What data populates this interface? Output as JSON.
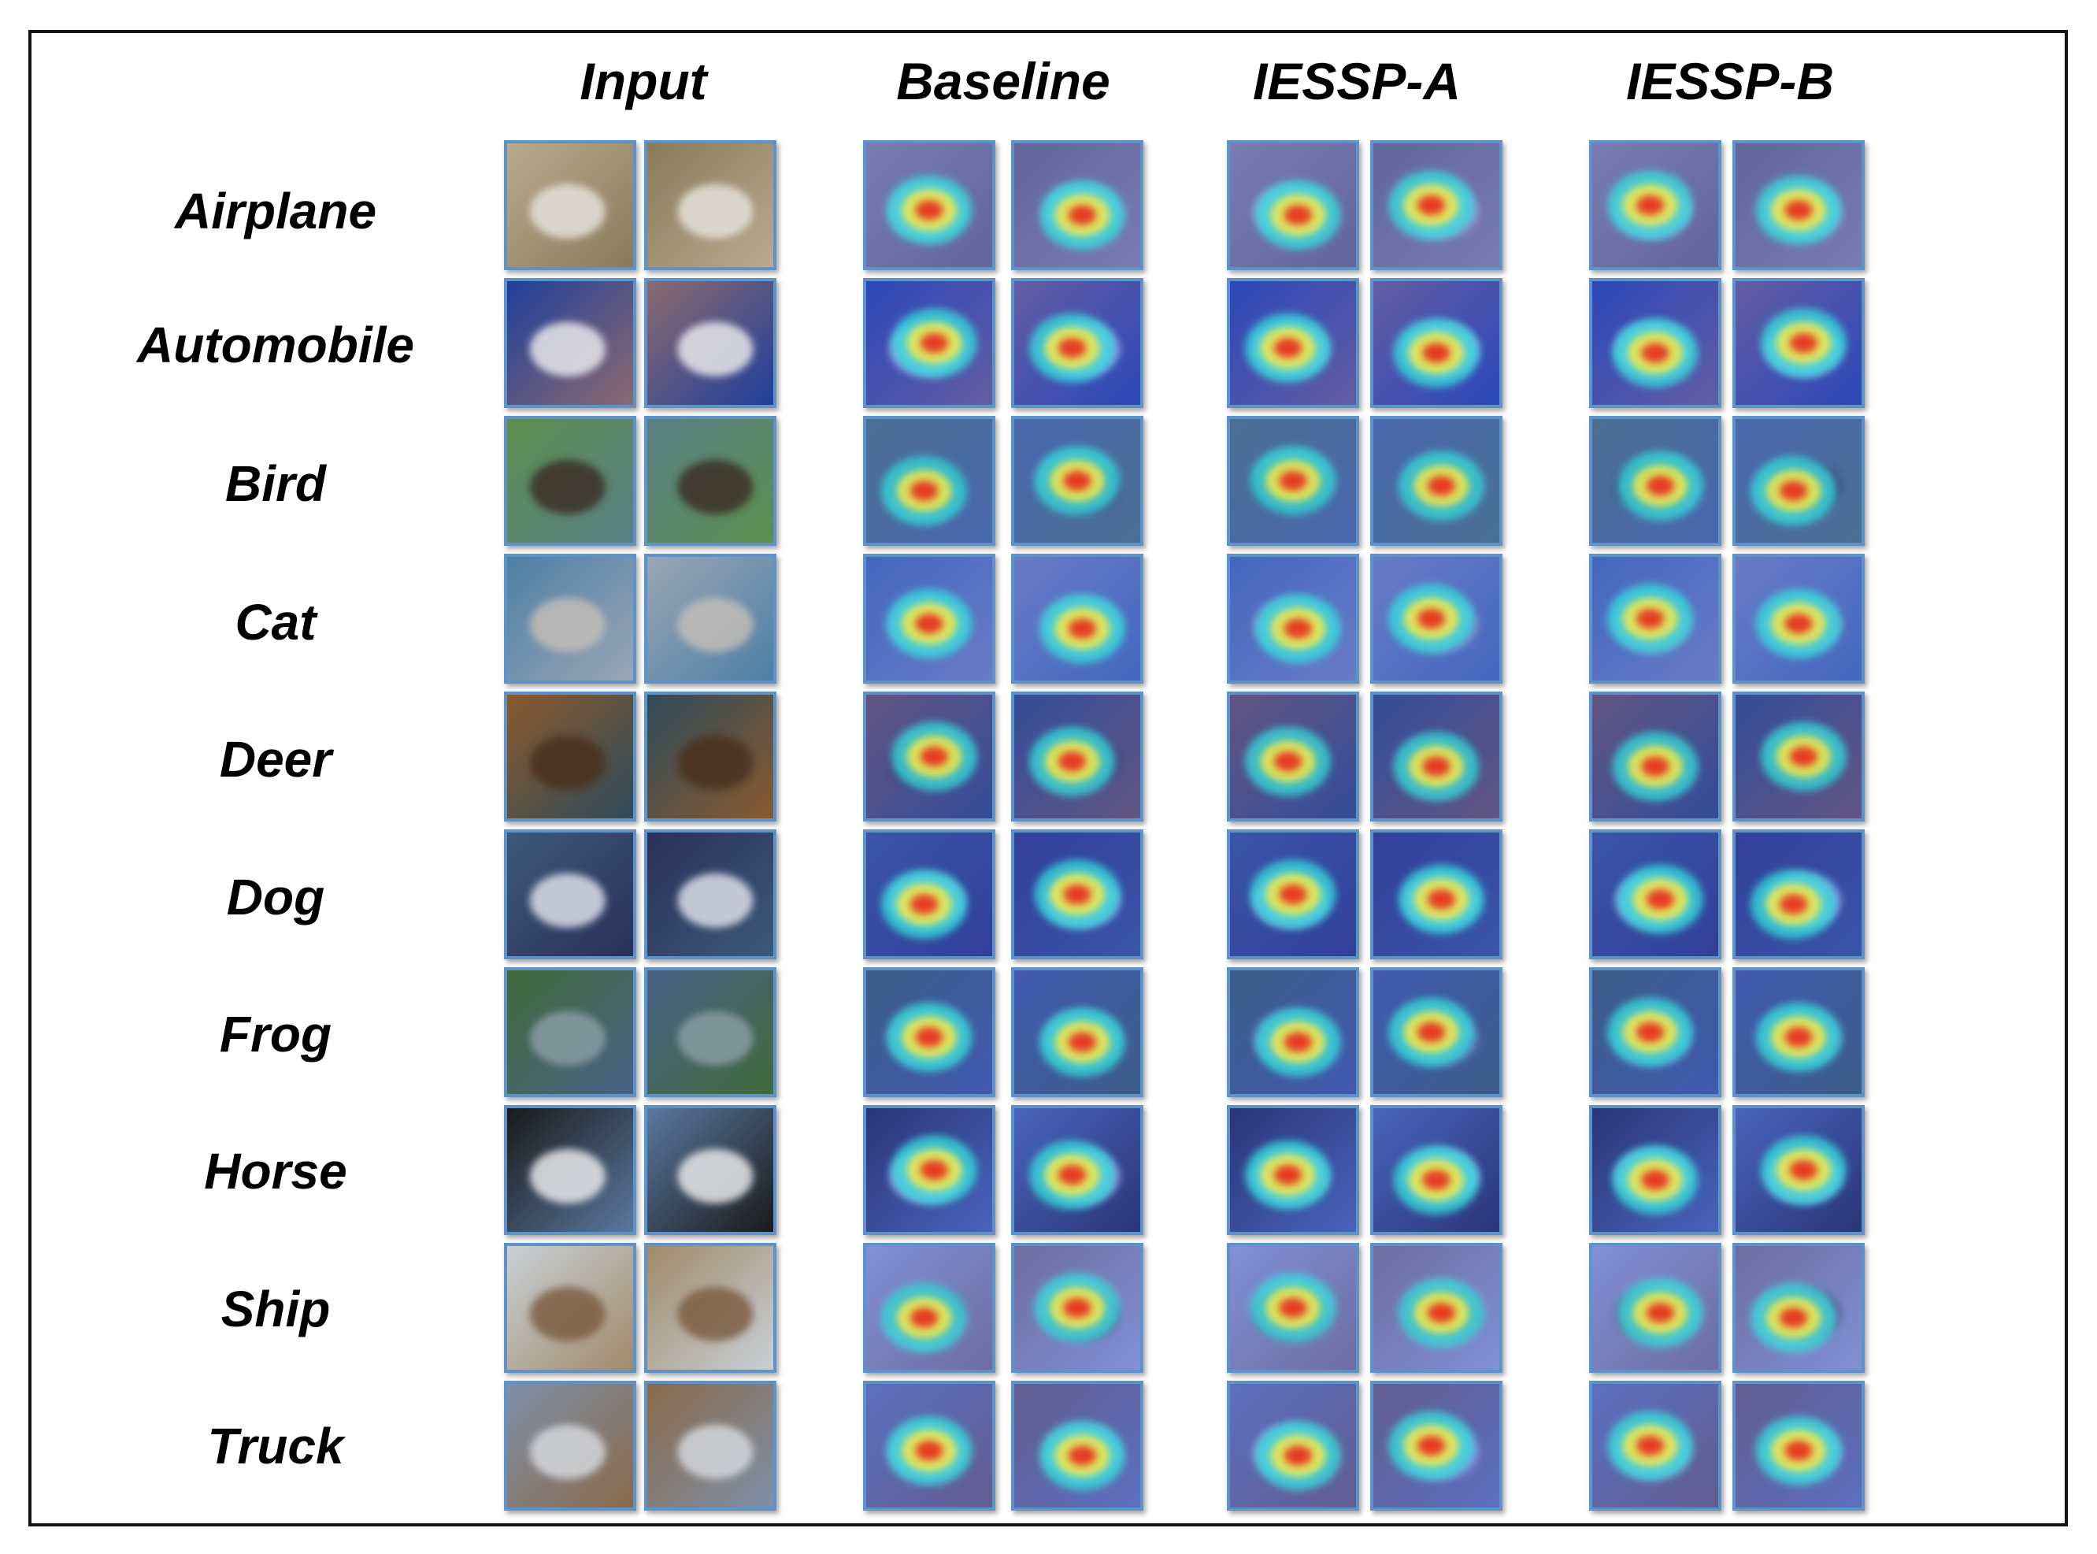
{
  "columns": [
    {
      "label": "Input",
      "kind": "input"
    },
    {
      "label": "Baseline",
      "kind": "heatmap"
    },
    {
      "label": "IESSP-A",
      "kind": "heatmap"
    },
    {
      "label": "IESSP-B",
      "kind": "heatmap"
    }
  ],
  "rows": [
    {
      "label": "Airplane",
      "bg": [
        "#b9a98e",
        "#8a7a5c"
      ],
      "fg": "#e8e6e0"
    },
    {
      "label": "Automobile",
      "bg": [
        "#1f3f9a",
        "#8c6a70"
      ],
      "fg": "#f1f1f1"
    },
    {
      "label": "Bird",
      "bg": [
        "#5c8f4f",
        "#5a7f86"
      ],
      "fg": "#3a2a22"
    },
    {
      "label": "Cat",
      "bg": [
        "#4d7fa6",
        "#9aa6b5"
      ],
      "fg": "#c7c0b8"
    },
    {
      "label": "Deer",
      "bg": [
        "#8a5a2e",
        "#2e4a5a"
      ],
      "fg": "#4a2f1e"
    },
    {
      "label": "Dog",
      "bg": [
        "#3c5a78",
        "#2a2f5a"
      ],
      "fg": "#e6e8f0"
    },
    {
      "label": "Frog",
      "bg": [
        "#3f6a3a",
        "#4a6288"
      ],
      "fg": "#8da0a8"
    },
    {
      "label": "Horse",
      "bg": [
        "#1a1a1a",
        "#5a78a0"
      ],
      "fg": "#f2f2f2"
    },
    {
      "label": "Ship",
      "bg": [
        "#c9d0d6",
        "#a08a6a"
      ],
      "fg": "#7a5a3c"
    },
    {
      "label": "Truck",
      "bg": [
        "#7e8fa8",
        "#8a6a4a"
      ],
      "fg": "#d9dde2"
    }
  ],
  "colors": {
    "tile_border": "#5d93c9",
    "heat_low": "#3a4fd8",
    "heat_mid": "#35e3e0",
    "heat_warm": "#f7e94a",
    "heat_high": "#e8291d"
  }
}
